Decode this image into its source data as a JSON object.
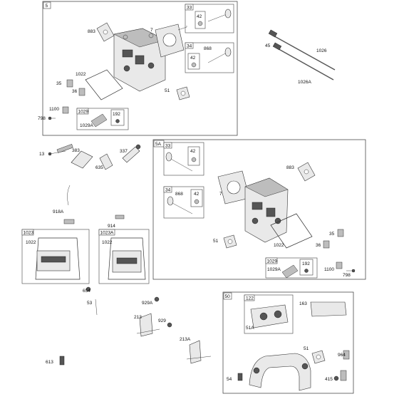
{
  "sections": {
    "s5": "5",
    "s5a": "5A",
    "s50": "50"
  },
  "groups": {
    "g33": "33",
    "g34": "34",
    "g1029": "1029",
    "g192": "192",
    "g1023": "1023",
    "g1023a": "1023A",
    "g122": "122"
  },
  "labels": {
    "l42a": "42",
    "l868a": "868",
    "l42b": "42",
    "l883a": "883",
    "l7a": "7",
    "l1022a": "1022",
    "l35a": "35",
    "l36a": "36",
    "l51a": "51",
    "l1100a": "1100",
    "l798a": "798",
    "l1029a_a": "1029A",
    "l45": "45",
    "l1026": "1026",
    "l1026a": "1026A",
    "l13": "13",
    "l383": "383",
    "l337": "337",
    "l635": "635",
    "l918a": "918A",
    "l914": "914",
    "l1022b": "1022",
    "l1022c": "1022",
    "l654": "654",
    "l53": "53",
    "l613": "613",
    "l929a": "929A",
    "l213": "213",
    "l929": "929",
    "l213a": "213A",
    "l42c": "42",
    "l883b": "883",
    "l7b": "7",
    "l868b": "868",
    "l42d": "42",
    "l51b": "51",
    "l1022d": "1022",
    "l35b": "35",
    "l36b": "36",
    "l1029a_b": "1029A",
    "l1100b": "1100",
    "l798b": "798",
    "l163": "163",
    "l51a_b": "51A",
    "l51c": "51",
    "l964": "964",
    "l54": "54",
    "l415": "415"
  }
}
